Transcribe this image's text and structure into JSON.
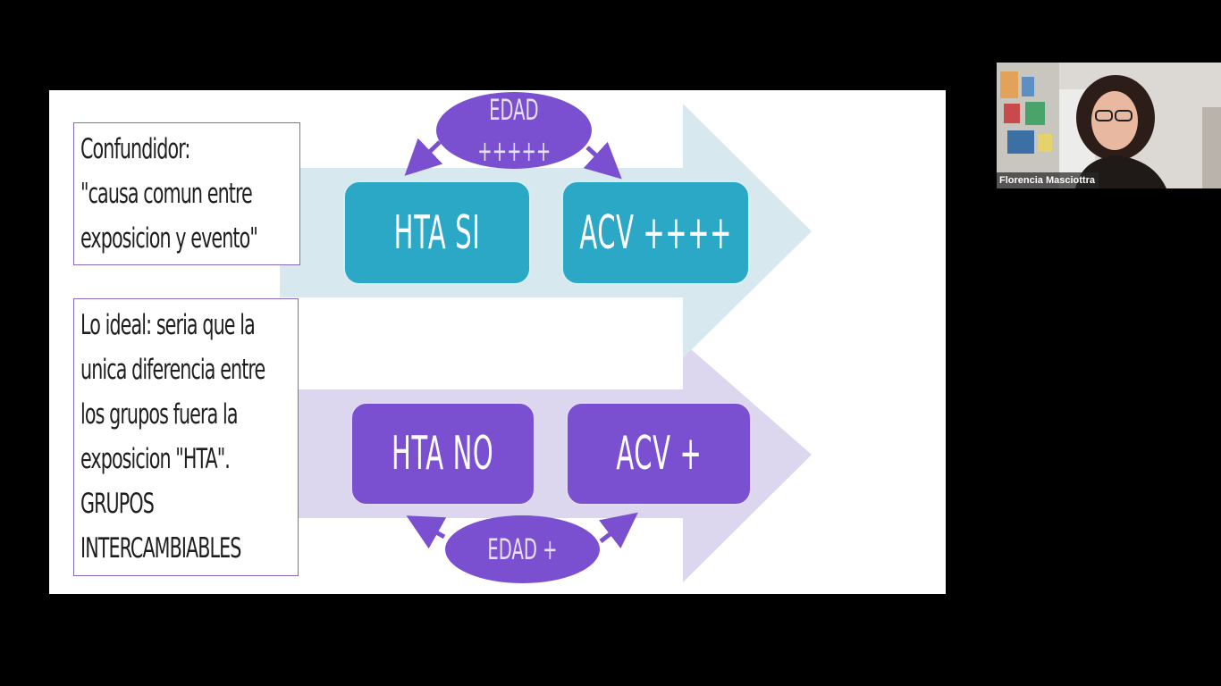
{
  "slide": {
    "left_text": {
      "lines": [
        "Confundidor:",
        "\"causa comun entre",
        "exposicion y evento\""
      ]
    },
    "ideal_text": {
      "lines": [
        "Lo ideal: seria que la",
        "unica diferencia entre",
        "los grupos fuera la",
        "exposicion \"HTA\".",
        "GRUPOS",
        "INTERCAMBIABLES"
      ]
    },
    "top_row": {
      "confounder": [
        "EDAD",
        "+++++"
      ],
      "exposure": "HTA SI",
      "outcome": "ACV ++++"
    },
    "bottom_row": {
      "confounder": "EDAD +",
      "exposure": "HTA NO",
      "outcome": "ACV +"
    }
  },
  "colors": {
    "teal_box": "#2aa8c6",
    "purple_box": "#7a4fd0",
    "teal_arrow": "#d7e8ef",
    "purple_arrow": "#dcd6ef"
  },
  "participant": {
    "name": "Florencia Masciottra"
  }
}
